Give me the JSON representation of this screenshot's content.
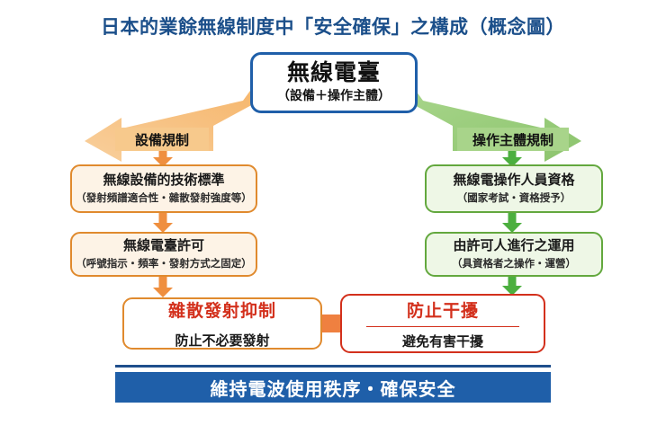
{
  "title": "日本的業餘無線制度中「安全確保」之構成（概念圖）",
  "center": {
    "main": "無線電臺",
    "sub": "（設備＋操作主體）"
  },
  "branches": {
    "left": {
      "arrow_label": "設備規制",
      "color": "#ef8f3f",
      "steps": [
        {
          "line1": "無線設備的技術標準",
          "line2": "（發射頻譜適合性・雜散發射強度等）"
        },
        {
          "line1": "無線電臺許可",
          "line2": "（呼號指示・頻率・發射方式之固定）"
        }
      ]
    },
    "right": {
      "arrow_label": "操作主體規制",
      "color": "#4caf3f",
      "steps": [
        {
          "line1": "無線電操作人員資格",
          "line2": "（國家考試・資格授予）"
        },
        {
          "line1": "由許可人進行之運用",
          "line2": "（具資格者之操作・運營）"
        }
      ]
    }
  },
  "outcomes": {
    "left": {
      "head": "雜散發射抑制",
      "body": "防止不必要發射",
      "accent": "#d3301c",
      "border": "#e08a2e"
    },
    "right": {
      "head": "防止干擾",
      "body": "避免有害干擾",
      "accent": "#d3301c",
      "border": "#d3301c"
    }
  },
  "banner": {
    "text": "維持電波使用秩序・確保安全",
    "background": "#1f5fa9"
  }
}
